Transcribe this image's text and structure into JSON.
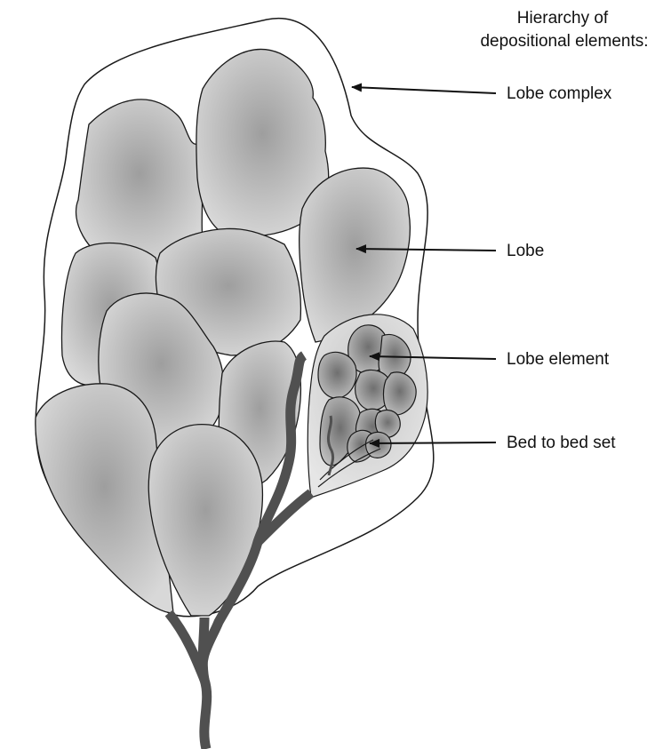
{
  "diagram": {
    "title_line1": "Hierarchy of",
    "title_line2": "depositional elements:",
    "labels": {
      "lobe_complex": "Lobe complex",
      "lobe": "Lobe",
      "lobe_element": "Lobe element",
      "bed_to_bed_set": "Bed to bed set"
    },
    "colors": {
      "background": "#ffffff",
      "outline": "#1a1a1a",
      "lobe_fill_center": "#9e9e9e",
      "lobe_fill_edge": "#d8d8d8",
      "element_fill_center": "#6f6f6f",
      "element_fill_edge": "#bdbdbd",
      "channel": "#505050",
      "text": "#111111"
    }
  }
}
